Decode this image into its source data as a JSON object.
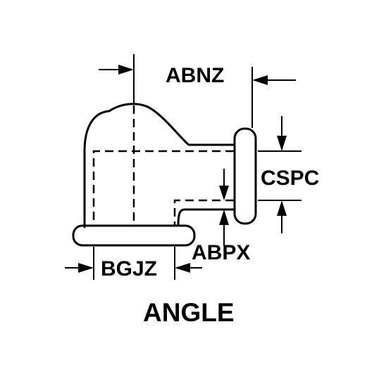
{
  "labels": {
    "abnz": "ABNZ",
    "cspc": "CSPC",
    "abpx": "ABPX",
    "bgjz": "BGJZ",
    "title": "ANGLE"
  }
}
